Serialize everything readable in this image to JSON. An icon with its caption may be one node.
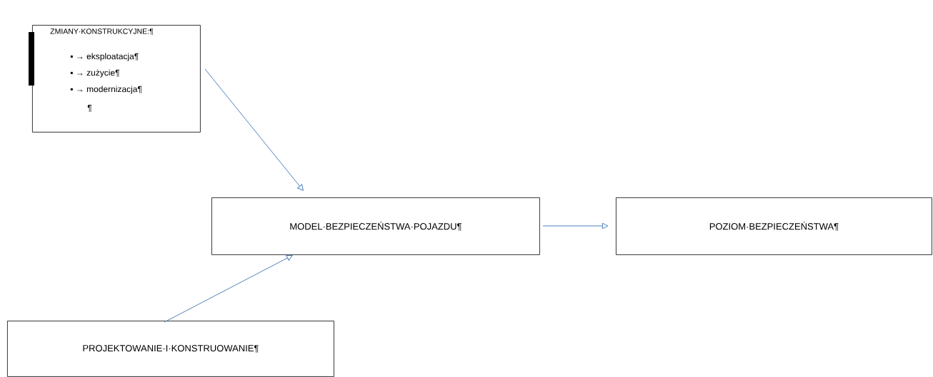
{
  "diagram": {
    "nodes": [
      {
        "text": [
          "ZMIANY·KONSTRUKCYJNE:¶",
          "▪ → eksploatacja¶",
          "▪ → zużycie¶",
          "▪ → modernizacja¶",
          "¶"
        ]
      },
      {
        "text": [
          "MODEL·BEZPIECZEŃSTWA·POJAZDU¶"
        ]
      },
      {
        "text": [
          "POZIOM·BEZPIECZEŃSTWA¶"
        ]
      },
      {
        "text": [
          "PROJEKTOWANIE·I·KONSTRUOWANIE¶"
        ]
      }
    ],
    "edges": [
      {
        "from": 0,
        "to": 1,
        "arrow": "to"
      },
      {
        "from": 3,
        "to": 1,
        "arrow": "to"
      },
      {
        "from": 1,
        "to": 2,
        "arrow": "to"
      }
    ]
  }
}
